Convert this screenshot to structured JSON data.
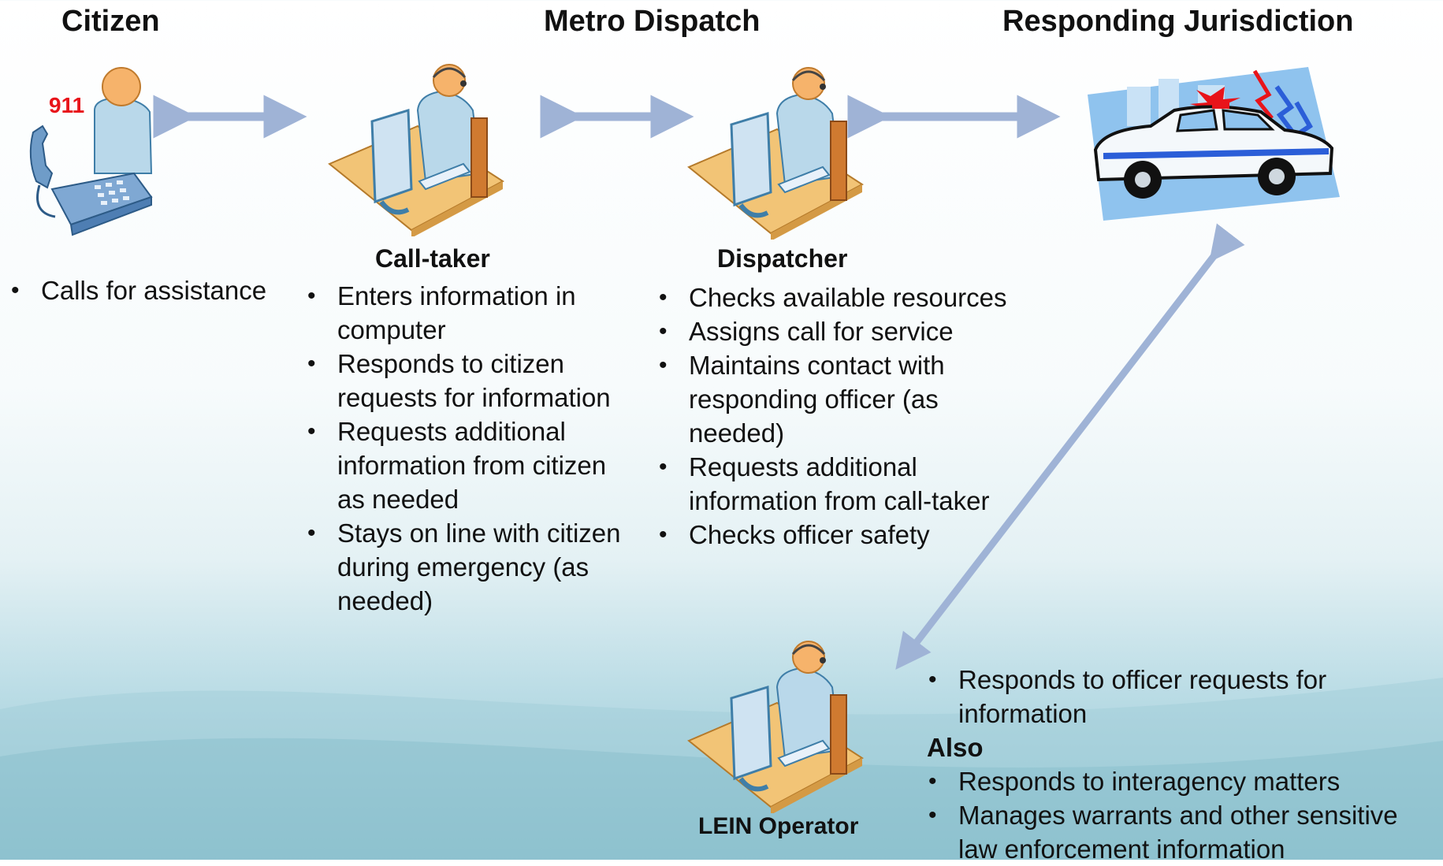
{
  "columns": {
    "citizen": "Citizen",
    "metro": "Metro Dispatch",
    "responding": "Responding Jurisdiction"
  },
  "phone_label": "911",
  "citizen_items": [
    "Calls for assistance"
  ],
  "calltaker": {
    "title": "Call-taker",
    "items": [
      "Enters information in computer",
      "Responds to citizen requests for information",
      "Requests additional information from citizen as needed",
      "Stays on line with citizen during emergency (as needed)"
    ]
  },
  "dispatcher": {
    "title": "Dispatcher",
    "items": [
      "Checks available resources",
      "Assigns call for service",
      "Maintains contact with responding officer (as needed)",
      "Requests additional information from call-taker",
      "Checks officer safety"
    ]
  },
  "lein": {
    "title": "LEIN Operator",
    "items": [
      "Responds to officer requests for information"
    ],
    "also": "Also",
    "also_items": [
      "Responds to interagency matters",
      "Manages warrants and other sensitive law enforcement information"
    ]
  },
  "colors": {
    "arrow": "#9fb3d6",
    "desk": "#f2c476",
    "person": "#b9d8ea",
    "head": "#f6b36b",
    "label_911": "#e8141a"
  },
  "icons": [
    "citizen-phone-icon",
    "call-taker-workstation-icon",
    "dispatcher-workstation-icon",
    "police-car-icon",
    "lein-workstation-icon"
  ]
}
